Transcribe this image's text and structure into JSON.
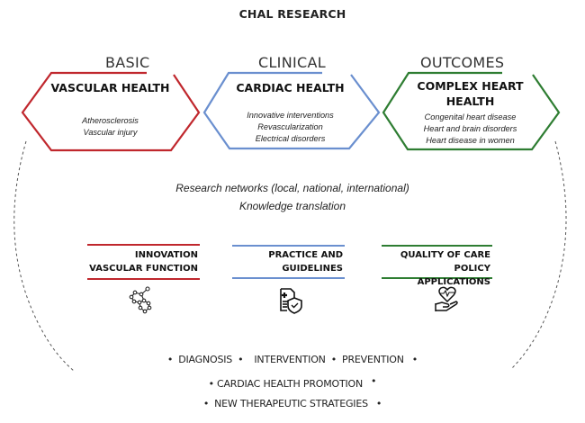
{
  "title": "CHAL RESEARCH",
  "colors": {
    "basic": "#c0272d",
    "clinical": "#6a8fcf",
    "outcomes": "#2e7d32",
    "arc": "#555555"
  },
  "categories": [
    {
      "label": "BASIC",
      "heading": "VASCULAR HEALTH",
      "items": [
        "Atherosclerosis",
        "Vascular injury"
      ]
    },
    {
      "label": "CLINICAL",
      "heading": "CARDIAC HEALTH",
      "items": [
        "Innovative interventions",
        "Revascularization",
        "Electrical disorders"
      ]
    },
    {
      "label": "OUTCOMES",
      "heading_line1": "COMPLEX HEART",
      "heading_line2": "HEALTH",
      "items": [
        "Congenital heart disease",
        "Heart and brain disorders",
        "Heart disease in women"
      ]
    }
  ],
  "center": {
    "line1": "Research networks (local, national, international)",
    "line2": "Knowledge translation"
  },
  "pillars": [
    {
      "line1": "INNOVATION",
      "line2": "VASCULAR FUNCTION",
      "icon": "molecule-icon"
    },
    {
      "line1": "PRACTICE AND",
      "line2": "GUIDELINES",
      "icon": "document-shield-icon"
    },
    {
      "line1": "QUALITY OF CARE",
      "line2": "POLICY APPLICATIONS",
      "icon": "heart-hand-icon"
    }
  ],
  "outcomes": {
    "row1": [
      "DIAGNOSIS",
      "INTERVENTION",
      "PREVENTION"
    ],
    "row2": [
      "CARDIAC HEALTH PROMOTION"
    ],
    "row3": [
      "NEW THERAPEUTIC STRATEGIES"
    ],
    "bullet": "•"
  }
}
